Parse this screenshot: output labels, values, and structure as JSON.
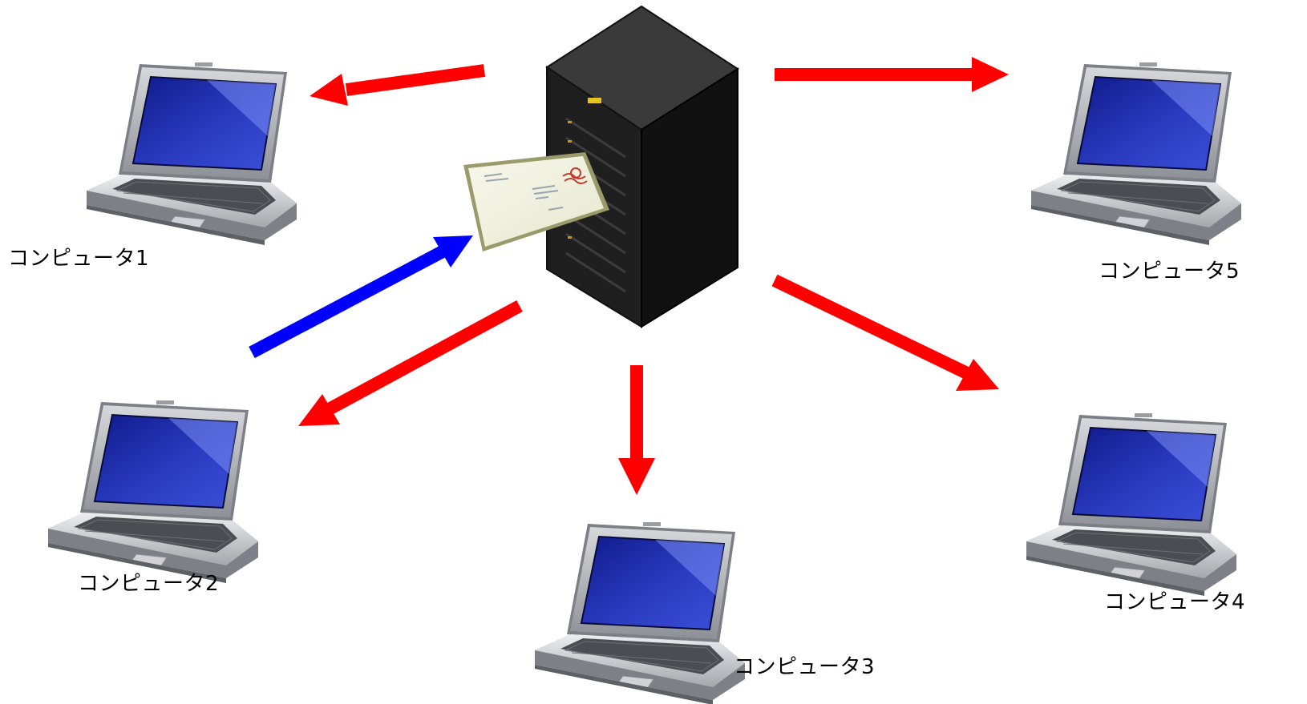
{
  "computers": [
    {
      "id": "computer-1",
      "label": "コンピュータ1"
    },
    {
      "id": "computer-2",
      "label": "コンピュータ2"
    },
    {
      "id": "computer-3",
      "label": "コンピュータ3"
    },
    {
      "id": "computer-4",
      "label": "コンピュータ4"
    },
    {
      "id": "computer-5",
      "label": "コンピュータ5"
    }
  ],
  "arrows": [
    {
      "from": "computer-2",
      "to": "server",
      "color": "#0000ff",
      "meaning": "send"
    },
    {
      "from": "server",
      "to": "computer-1",
      "color": "#ff0000",
      "meaning": "distribute"
    },
    {
      "from": "server",
      "to": "computer-2",
      "color": "#ff0000",
      "meaning": "distribute"
    },
    {
      "from": "server",
      "to": "computer-3",
      "color": "#ff0000",
      "meaning": "distribute"
    },
    {
      "from": "server",
      "to": "computer-4",
      "color": "#ff0000",
      "meaning": "distribute"
    },
    {
      "from": "server",
      "to": "computer-5",
      "color": "#ff0000",
      "meaning": "distribute"
    }
  ],
  "colors": {
    "distribute_arrow": "#ff0000",
    "send_arrow": "#0000ff",
    "screen": "#1a2aa0"
  }
}
